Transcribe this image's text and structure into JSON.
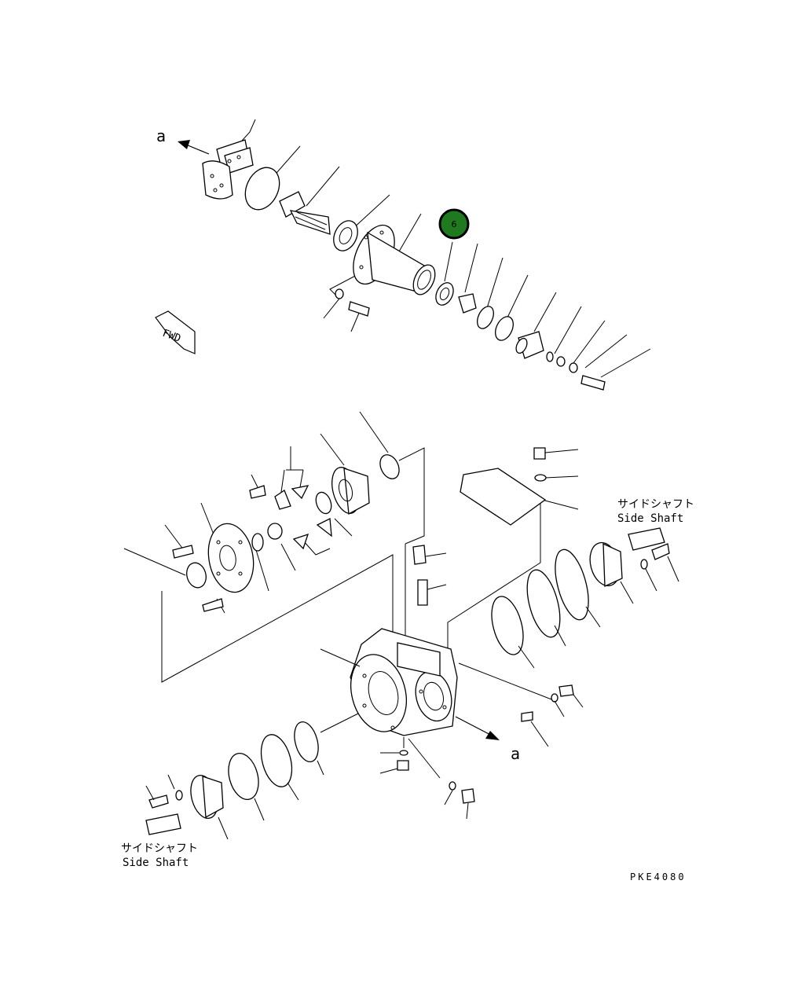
{
  "diagram": {
    "drawing_number": "PKE4080",
    "direction_marker": "FWD",
    "view_marker_top": "a",
    "view_marker_bottom": "a",
    "side_shaft_label_jp_right": "サイドシャフト",
    "side_shaft_label_en_right": "Side Shaft",
    "side_shaft_label_jp_left": "サイドシャフト",
    "side_shaft_label_en_left": "Side Shaft",
    "highlighted_callout": {
      "number": "6",
      "fill": "#1f7a1f",
      "stroke": "#000000"
    }
  }
}
